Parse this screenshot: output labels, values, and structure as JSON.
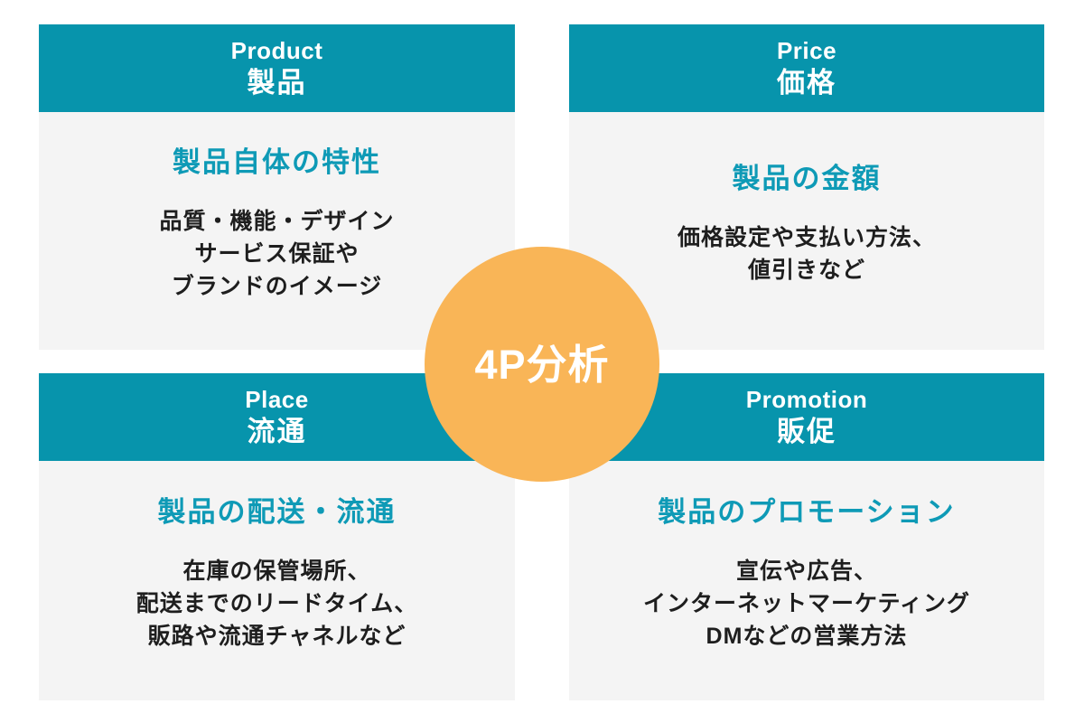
{
  "title": "4P分析",
  "colors": {
    "header_teal": "#0794AC",
    "subtitle_teal": "#0E9AB6",
    "circle_orange": "#F9B557",
    "panel_gray": "#F4F4F4",
    "body_text": "#1E1E1E",
    "header_text": "#FFFFFF",
    "background": "#FFFFFF"
  },
  "center": {
    "label": "4P分析"
  },
  "quadrants": [
    {
      "id": "product",
      "title_en": "Product",
      "title_ja": "製品",
      "subtitle": "製品自体の特性",
      "lines": [
        "品質・機能・デザイン",
        "サービス保証や",
        "ブランドのイメージ"
      ]
    },
    {
      "id": "price",
      "title_en": "Price",
      "title_ja": "価格",
      "subtitle": "製品の金額",
      "lines": [
        "価格設定や支払い方法、",
        "値引きなど"
      ]
    },
    {
      "id": "place",
      "title_en": "Place",
      "title_ja": "流通",
      "subtitle": "製品の配送・流通",
      "lines": [
        "在庫の保管場所、",
        "配送までのリードタイム、",
        "販路や流通チャネルなど"
      ]
    },
    {
      "id": "promotion",
      "title_en": "Promotion",
      "title_ja": "販促",
      "subtitle": "製品のプロモーション",
      "lines": [
        "宣伝や広告、",
        "インターネットマーケティング",
        "DMなどの営業方法"
      ]
    }
  ]
}
